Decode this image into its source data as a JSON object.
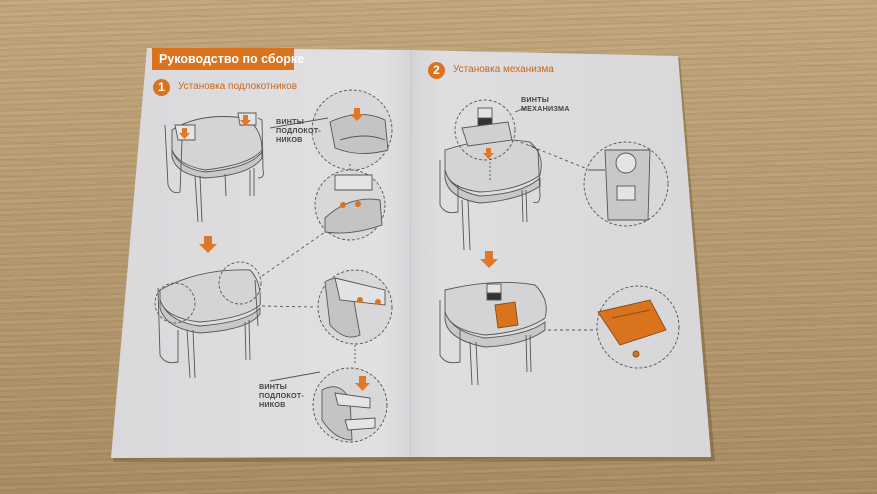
{
  "booklet": {
    "header_title": "Руководство по сборке",
    "accent_color": "#d9731e",
    "steps": [
      {
        "number": "1",
        "title": "Установка подлокотников"
      },
      {
        "number": "2",
        "title": "Установка механизма"
      }
    ],
    "callouts": {
      "armrest_screws_top": [
        "ВИНТЫ",
        "ПОДЛОКОТ-",
        "НИКОВ"
      ],
      "armrest_screws_bottom": [
        "ВИНТЫ",
        "ПОДЛОКОТ-",
        "НИКОВ"
      ],
      "mechanism_screws": [
        "ВИНТЫ",
        "МЕХАНИЗМА"
      ]
    }
  }
}
